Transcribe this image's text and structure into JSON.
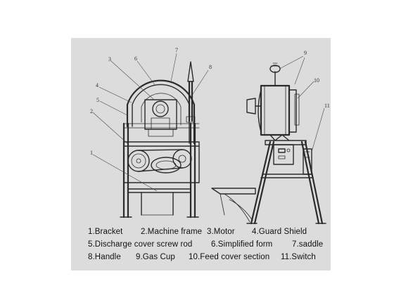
{
  "callout_numbers": [
    "1",
    "2",
    "3",
    "4",
    "5",
    "6",
    "7",
    "8",
    "9",
    "10",
    "11"
  ],
  "legend": {
    "rows": [
      [
        {
          "text": "1.Bracket"
        },
        {
          "text": "2.Machine frame"
        },
        {
          "text": "3.Motor"
        },
        {
          "text": "4.Guard Shield"
        }
      ],
      [
        {
          "text": "5.Discharge cover screw rod"
        },
        {
          "text": "6.Simplified form"
        },
        {
          "text": "7.saddle"
        }
      ],
      [
        {
          "text": "8.Handle"
        },
        {
          "text": "9.Gas Cup"
        },
        {
          "text": "10.Feed cover section"
        },
        {
          "text": "11.Switch"
        }
      ]
    ]
  }
}
